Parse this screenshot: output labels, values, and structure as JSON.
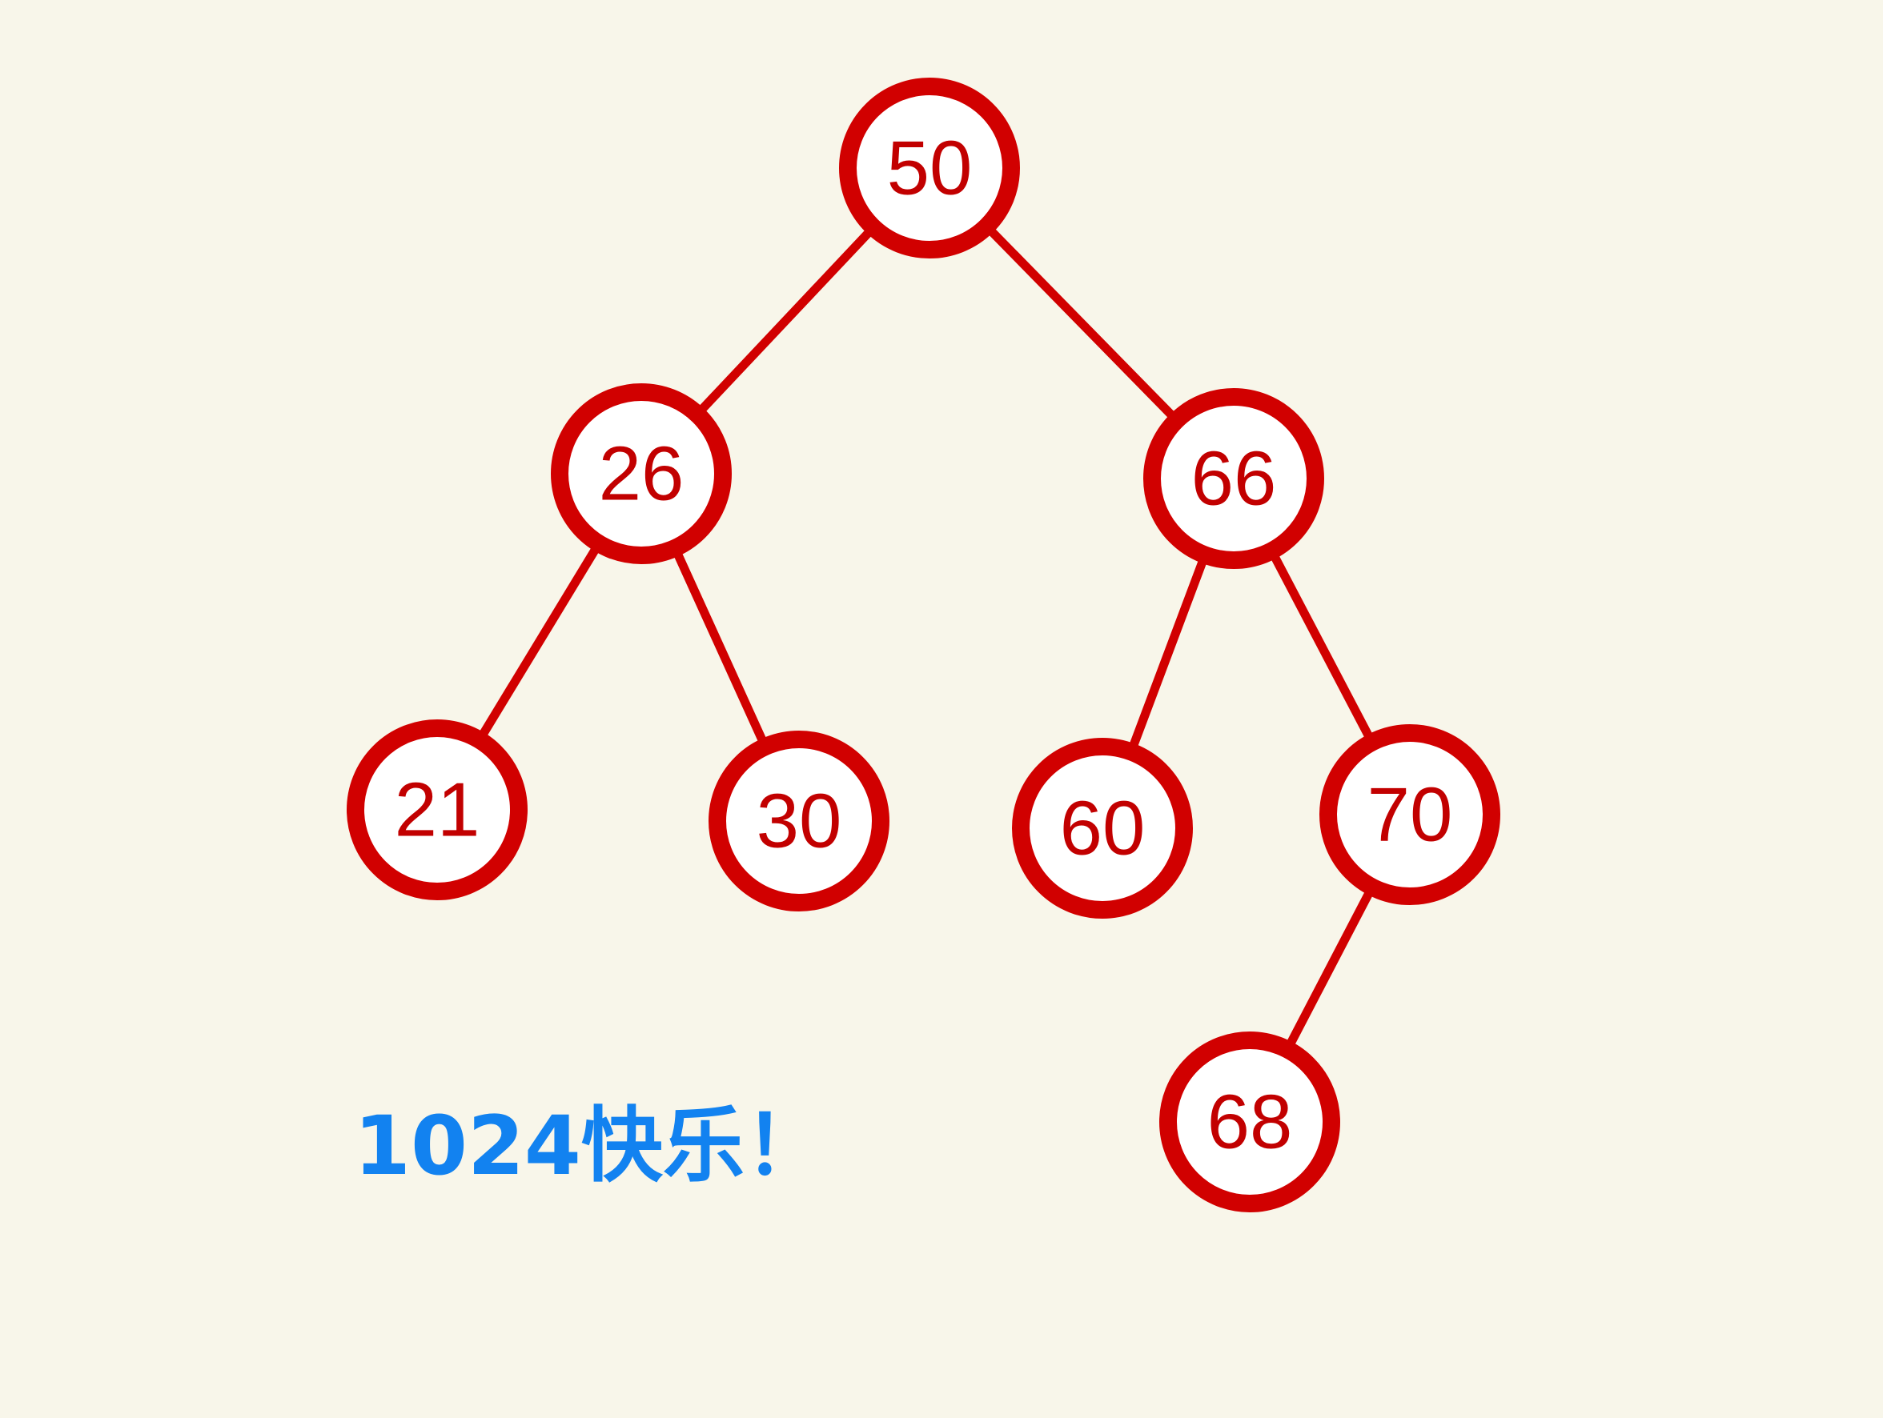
{
  "tree": {
    "nodes": [
      {
        "id": "n50",
        "label": "50"
      },
      {
        "id": "n26",
        "label": "26"
      },
      {
        "id": "n66",
        "label": "66"
      },
      {
        "id": "n21",
        "label": "21"
      },
      {
        "id": "n30",
        "label": "30"
      },
      {
        "id": "n60",
        "label": "60"
      },
      {
        "id": "n70",
        "label": "70"
      },
      {
        "id": "n68",
        "label": "68"
      }
    ],
    "edges": [
      {
        "from": "n50",
        "to": "n26"
      },
      {
        "from": "n50",
        "to": "n66"
      },
      {
        "from": "n26",
        "to": "n21"
      },
      {
        "from": "n26",
        "to": "n30"
      },
      {
        "from": "n66",
        "to": "n60"
      },
      {
        "from": "n66",
        "to": "n70"
      },
      {
        "from": "n70",
        "to": "n68"
      }
    ],
    "colors": {
      "node_stroke": "#d10000",
      "node_text": "#c20000",
      "edge": "#d10000",
      "caption": "#1282f0",
      "background": "#f8f6ea"
    }
  },
  "caption": {
    "text": "1024快乐！"
  }
}
